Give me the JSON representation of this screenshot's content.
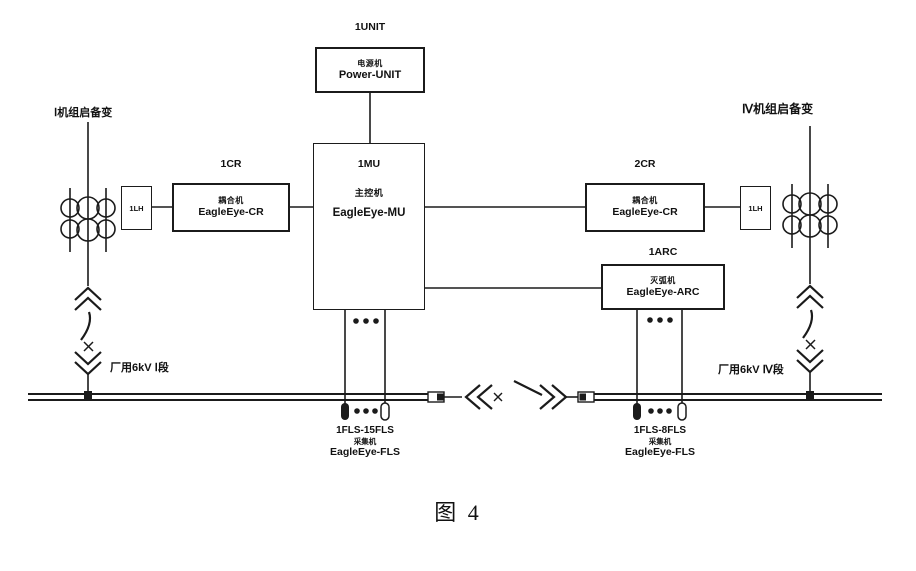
{
  "caption": "图 4",
  "colors": {
    "line": "#1b1b1b",
    "background": "#ffffff"
  },
  "feeders": {
    "left_label": "Ⅰ机组启备变",
    "right_label": "Ⅳ机组启备变"
  },
  "buses": {
    "left_label": "厂用6kV Ⅰ段",
    "right_label": "厂用6kV Ⅳ段"
  },
  "devices": {
    "power_unit": {
      "tag": "1UNIT",
      "name_cn": "电源机",
      "model": "Power-UNIT"
    },
    "main_unit": {
      "tag": "1MU",
      "name_cn": "主控机",
      "model": "EagleEye-MU"
    },
    "coupler_1": {
      "tag": "1CR",
      "name_cn": "耦合机",
      "model": "EagleEye-CR"
    },
    "coupler_2": {
      "tag": "2CR",
      "name_cn": "耦合机",
      "model": "EagleEye-CR"
    },
    "arc_unit": {
      "tag": "1ARC",
      "name_cn": "灭弧机",
      "model": "EagleEye-ARC"
    },
    "ct_left": {
      "tag": "1LH"
    },
    "ct_right": {
      "tag": "1LH"
    }
  },
  "fls_groups": {
    "left": {
      "range": "1FLS-15FLS",
      "name_cn": "采集机",
      "model": "EagleEye-FLS"
    },
    "right": {
      "range": "1FLS-8FLS",
      "name_cn": "采集机",
      "model": "EagleEye-FLS"
    }
  }
}
